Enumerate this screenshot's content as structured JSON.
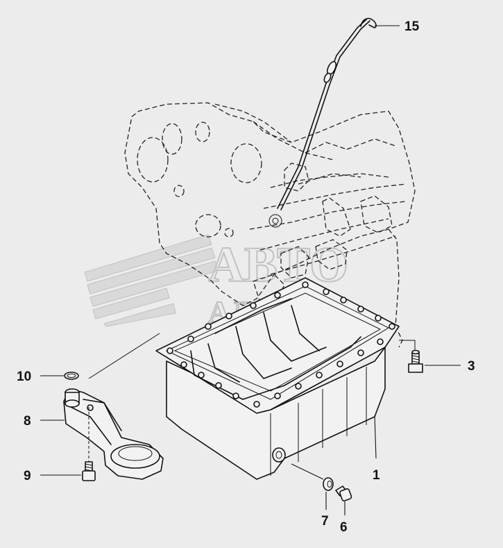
{
  "diagram": {
    "callouts": [
      {
        "id": "15",
        "label": "15"
      },
      {
        "id": "3",
        "label": "3"
      },
      {
        "id": "10",
        "label": "10"
      },
      {
        "id": "8",
        "label": "8"
      },
      {
        "id": "9",
        "label": "9"
      },
      {
        "id": "1",
        "label": "1"
      },
      {
        "id": "7",
        "label": "7"
      },
      {
        "id": "6",
        "label": "6"
      }
    ],
    "watermark": {
      "line1": "АВТО",
      "line2": "АЛЬЯНС"
    }
  }
}
